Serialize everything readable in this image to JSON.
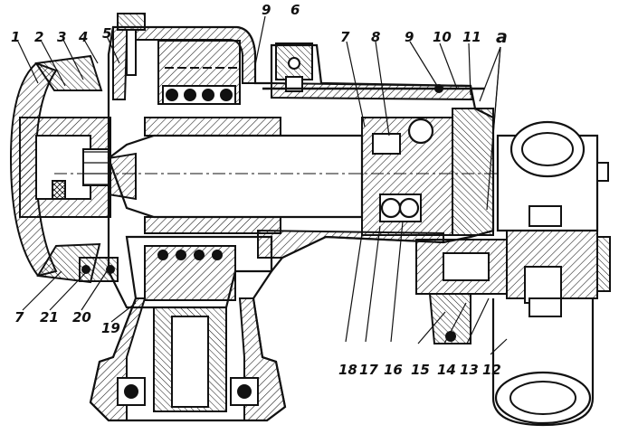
{
  "figure": {
    "top_callouts": [
      "1",
      "2",
      "3",
      "4",
      "5",
      "9",
      "6",
      "7",
      "8",
      "9",
      "10",
      "11",
      "a"
    ],
    "bottom_callouts": [
      "7",
      "21",
      "20",
      "19",
      "18",
      "17",
      "16",
      "15",
      "14",
      "13",
      "12"
    ]
  },
  "colors": {
    "ink": "#111111",
    "paper": "#ffffff"
  }
}
